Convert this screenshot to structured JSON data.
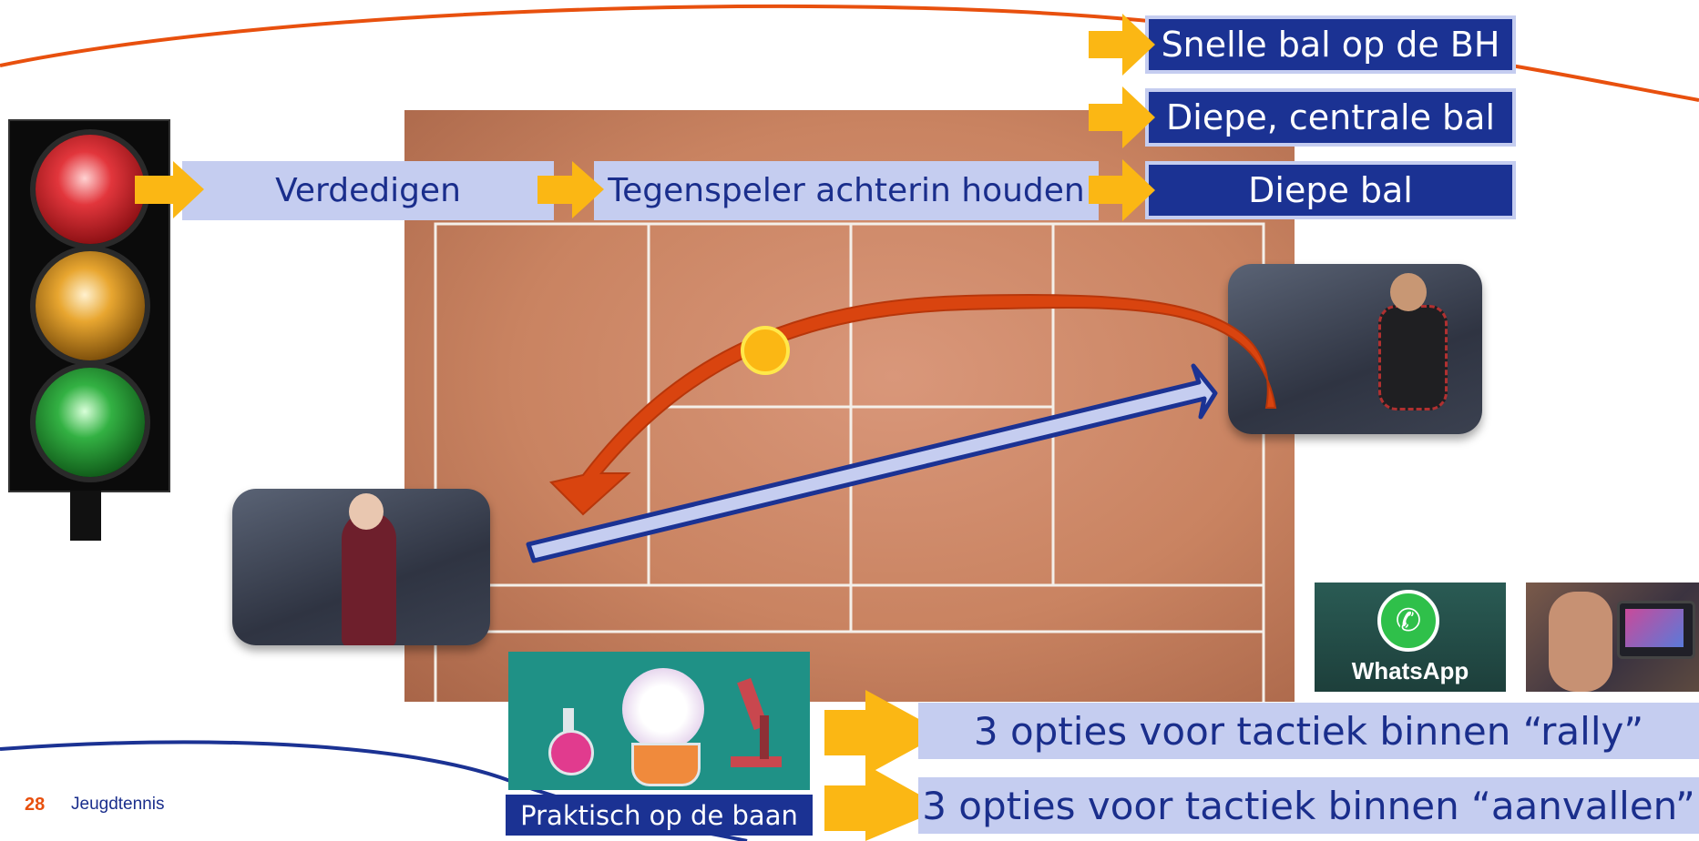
{
  "slide": {
    "page_number": "28",
    "footer_text": "Jeugdtennis"
  },
  "traffic_light": {
    "lights": [
      "red",
      "amber",
      "green"
    ],
    "colors": {
      "red": "#d8252b",
      "amber": "#e2a12a",
      "green": "#2fa33c"
    }
  },
  "flow": {
    "steps": [
      "Verdedigen",
      "Tegenspeler achterin houden"
    ],
    "options": [
      "Snelle bal op de BH",
      "Diepe, centrale bal",
      "Diepe bal"
    ]
  },
  "lab_panel": {
    "caption": "Praktisch op de baan"
  },
  "whatsapp": {
    "label": "WhatsApp"
  },
  "bottom_options": [
    "3 opties voor tactiek binnen “rally”",
    "3 opties voor tactiek binnen “aanvallen”"
  ],
  "colors": {
    "accent_orange": "#e8500e",
    "navy": "#1b3293",
    "light_blue": "#c5cdf0",
    "arrow_yellow": "#fbb714",
    "court_clay": "#c9835f"
  }
}
